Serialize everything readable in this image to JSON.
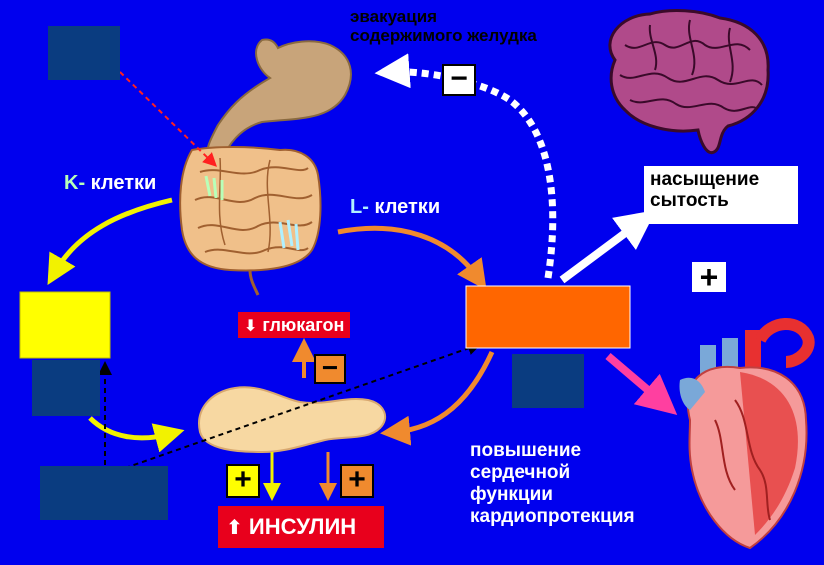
{
  "colors": {
    "background": "#0000ee",
    "navy_box": "#0a3c80",
    "yellow": "#ffff00",
    "orange": "#ff6600",
    "red": "#e8001c",
    "white": "#ffffff",
    "arrow_yellow": "#f2f200",
    "arrow_orange": "#f08a2e",
    "arrow_magenta": "#ff3fa0"
  },
  "labels": {
    "evacuation_line1": "эвакуация",
    "evacuation_line2": "содержимого желудка",
    "k_prefix": "K-",
    "k_cells": "клетки",
    "l_prefix": "L-",
    "l_cells": "клетки",
    "satiety_line1": "насыщение",
    "satiety_line2": "сытость",
    "glucagon": "глюкагон",
    "insulin": "ИНСУЛИН",
    "cardio_line1": "повышение",
    "cardio_line2": "сердечной",
    "cardio_line3": "функции",
    "cardio_line4": "кардиопротекция"
  },
  "signs": {
    "minus": "−",
    "plus": "+",
    "glucagon_arrow": "⬇",
    "insulin_arrow": "⬆"
  },
  "icons": [
    "stomach-icon",
    "intestine-icon",
    "brain-icon",
    "pancreas-icon",
    "heart-icon"
  ]
}
